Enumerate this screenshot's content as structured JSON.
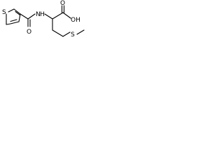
{
  "diagram": {
    "kind": "chemical-structure",
    "atom_labels": {
      "thiophene_sulfur": "S",
      "amide_nitrogen": "N",
      "amide_hydrogen": "H",
      "amide_oxygen": "O",
      "acid_oxygen_double": "O",
      "acid_hydroxyl": "OH",
      "thioether_sulfur": "S"
    },
    "colors": {
      "bond": "#000000",
      "background": "#ffffff",
      "label": "#000000"
    }
  }
}
